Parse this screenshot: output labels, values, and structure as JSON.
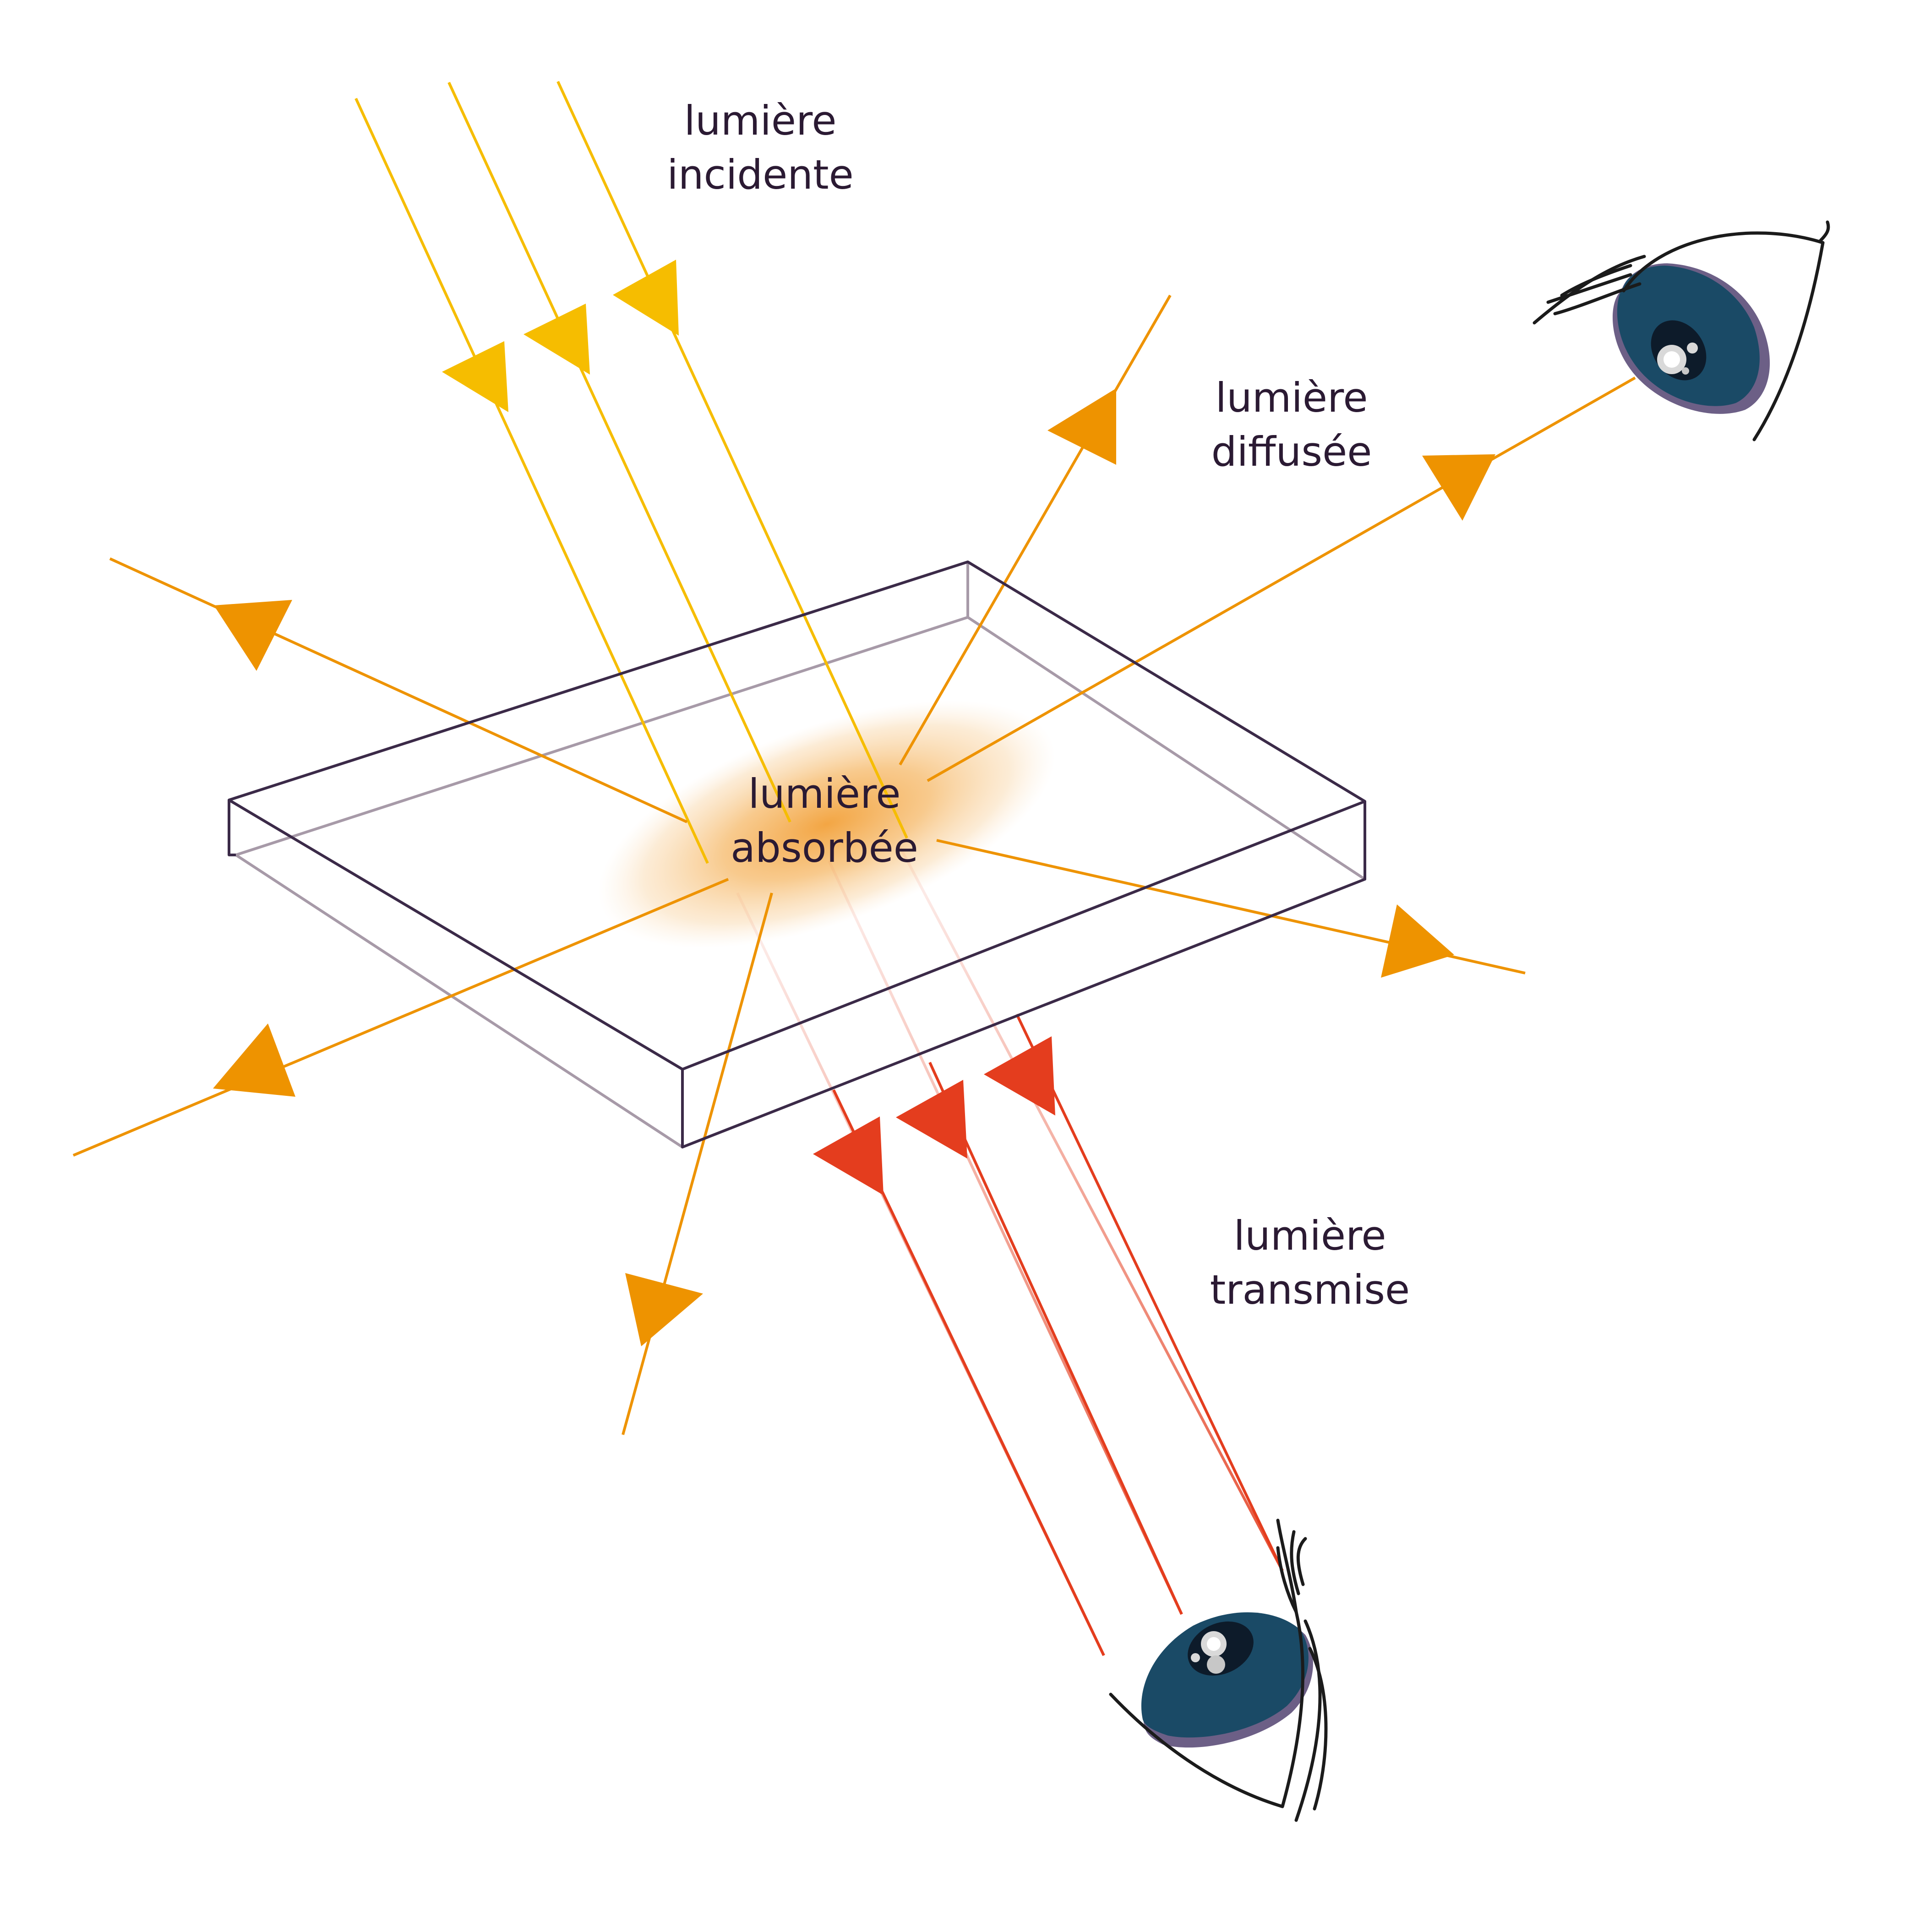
{
  "labels": {
    "incident": {
      "line1": "lumière",
      "line2": "incidente"
    },
    "diffuse": {
      "line1": "lumière",
      "line2": "diffusée"
    },
    "absorbed": {
      "line1": "lumière",
      "line2": "absorbée"
    },
    "transmitted": {
      "line1": "lumière",
      "line2": "transmise"
    }
  },
  "colors": {
    "incident": "#f6bd00",
    "diffuse": "#ee9300",
    "transmitted": "#e43d1e",
    "slab_edge": "#3b2a48",
    "slab_back_edge": "#a79aa8",
    "absorption_glow": "#f2a13a",
    "iris": "#1a4a66",
    "iris_shadow": "#6c5f86",
    "eye_outline": "#1b1b1b"
  },
  "icons": [
    "eye-icon",
    "eye-icon"
  ]
}
